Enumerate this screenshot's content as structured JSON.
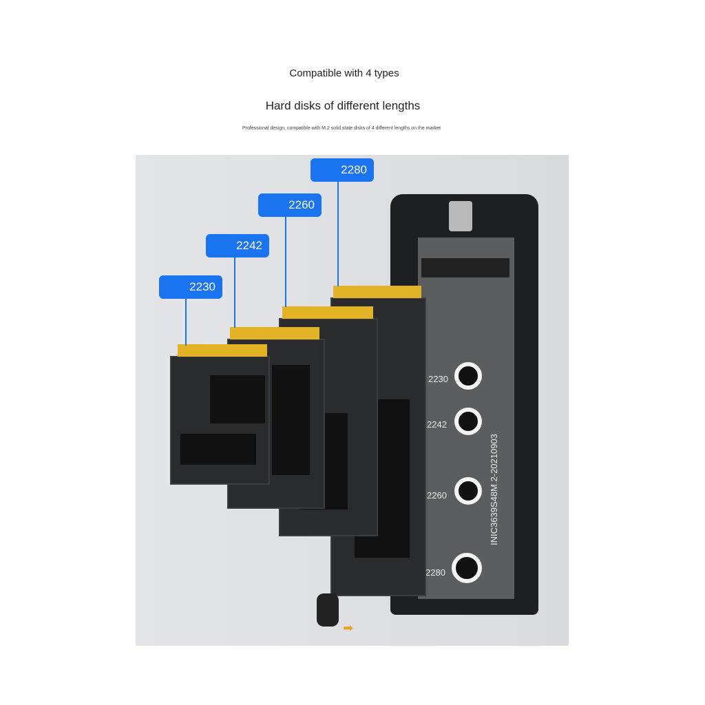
{
  "heading": {
    "line1": "Compatible with 4 types",
    "line2": "Hard disks of different lengths",
    "subtitle": "Professional design, compatible with M.2 solid state disks of 4 different lengths on the market"
  },
  "labels": [
    "2230",
    "2242",
    "2260",
    "2280"
  ],
  "pcb": {
    "marks": [
      "2230",
      "2242",
      "2260",
      "2280"
    ],
    "silkscreen": "INIC3639S48M.2-20210903"
  },
  "colors": {
    "label_bg": "#1a74ef",
    "gold": "#e2b425"
  }
}
